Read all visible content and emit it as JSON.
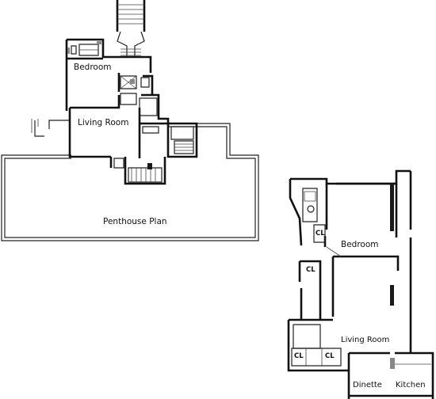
{
  "penthouse": {
    "bedroom": "Bedroom",
    "living_room": "Living Room",
    "plan_title": "Penthouse Plan"
  },
  "apartment": {
    "bedroom": "Bedroom",
    "living_room": "Living Room",
    "dinette": "Dinette",
    "kitchen": "Kitchen",
    "closet": "CL"
  }
}
